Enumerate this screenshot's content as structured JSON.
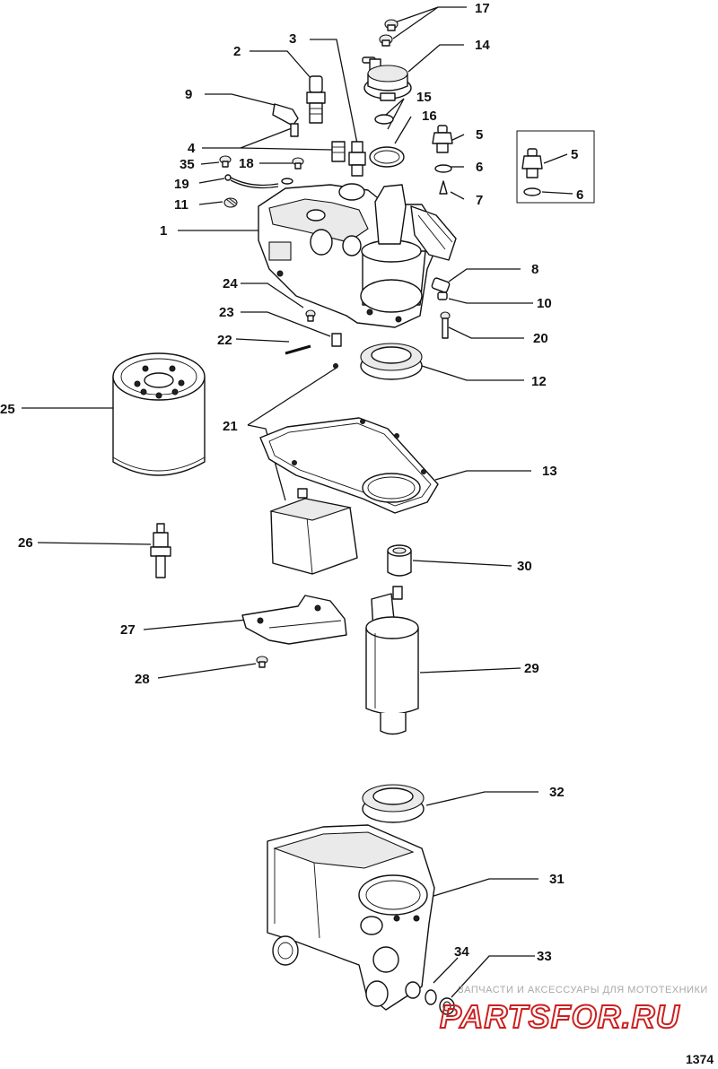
{
  "diagram": {
    "figure_number": "1374",
    "callouts": [
      "17",
      "14",
      "2",
      "3",
      "9",
      "15",
      "16",
      "5",
      "6",
      "7",
      "4",
      "35",
      "18",
      "19",
      "11",
      "1",
      "8",
      "10",
      "24",
      "23",
      "22",
      "20",
      "12",
      "25",
      "21",
      "13",
      "26",
      "30",
      "27",
      "29",
      "28",
      "32",
      "31",
      "34",
      "33"
    ],
    "inset_callouts": [
      "5",
      "6"
    ]
  },
  "watermark": {
    "line1": "ЗАПЧАСТИ И АКСЕССУАРЫ ДЛЯ МОТОТЕХНИКИ",
    "line2": "PARTSFOR.RU"
  }
}
